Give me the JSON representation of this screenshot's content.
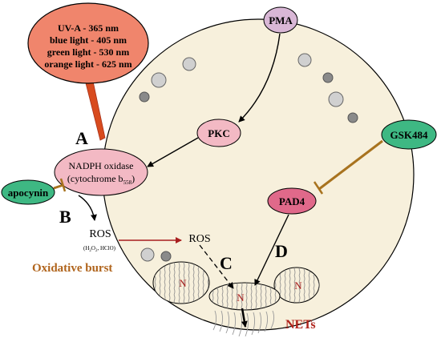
{
  "light_source": {
    "lines": [
      "UV-A - 365 nm",
      "blue light - 405 nm",
      "green light - 530 nm",
      "orange light - 625 nm"
    ]
  },
  "nodes": {
    "pma": "PMA",
    "pkc": "PKC",
    "nadph_line1": "NADPH oxidase",
    "nadph_line2": "(cytochrome b",
    "nadph_sub": "558",
    "nadph_close": ")",
    "apocynin": "apocynin",
    "gsk484": "GSK484",
    "pad4": "PAD4",
    "ros_outer": "ROS",
    "ros_outer_species": "(H",
    "ros_species_sub": "2",
    "ros_species_rest": "O",
    "ros_species_sub2": "2",
    "ros_species_end": ",  HClO)",
    "ros_inner": "ROS",
    "oxidative_burst": "Oxidative burst",
    "nets": "NETs",
    "nucleus_left": "N",
    "nucleus_center": "N",
    "nucleus_right": "N"
  },
  "step_labels": {
    "a": "A",
    "b": "B",
    "c": "C",
    "d": "D"
  },
  "colors": {
    "cell_fill": "#f7f0dc",
    "light_fill": "#f0856c",
    "light_laser": "#d84b1e",
    "pma_fill": "#d9b7d6",
    "enzyme_fill": "#f3b9c4",
    "inhibitor_fill": "#3eb883",
    "inhibitor_line": "#a8731f",
    "pad4_fill": "#e0698a",
    "burst_text": "#b0641c",
    "nets_text": "#b0241c"
  }
}
